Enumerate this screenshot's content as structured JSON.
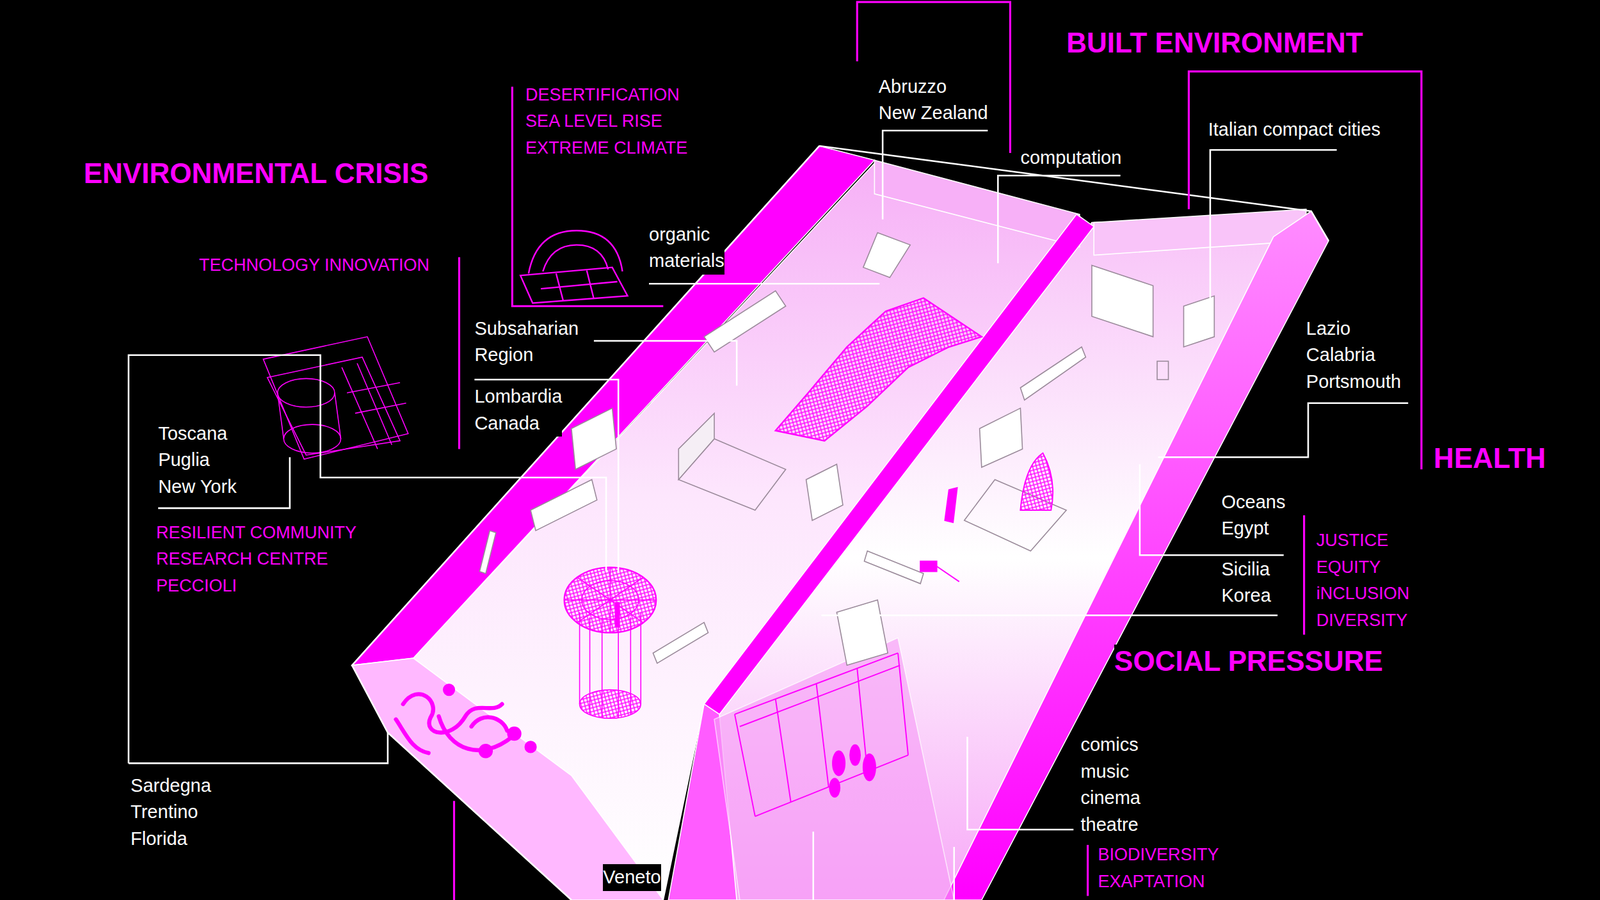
{
  "diagram": {
    "labels": [
      "BUILT ENVIRONMENT",
      "Abruzzo New Zealand",
      "DESERTIFICATION SEA LEVEL RISE EXTREME CLIMATE",
      "Italian compact cities",
      "computation",
      "ENVIRONMENTAL CRISIS",
      "organic materials",
      "TECHNOLOGY INNOVATION",
      "Subsaharian Region",
      "Lazio Calabria Portsmouth",
      "Lombardia Canada",
      "Toscana Puglia New York",
      "HEALTH",
      "Oceans Egypt",
      "RESILIENT COMMUNITY RESEARCH CENTRE PECCIOLI",
      "JUSTICE EQUITY iNCLUSION DIVERSITY",
      "Sicilia Korea",
      "SOCIAL PRESSURE",
      "comics music cinema theatre",
      "Sardegna Trentino Florida",
      "BIODIVERSITY EXAPTATION",
      "Veneto"
    ]
  }
}
